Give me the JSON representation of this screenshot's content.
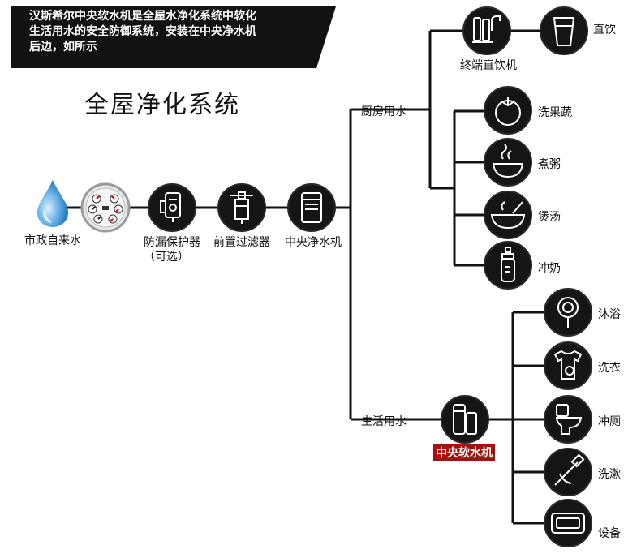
{
  "banner": {
    "line1": "汉斯希尔中央软水机是全屋水净化系统中软化",
    "line2": "生活用水的安全防御系统，安装在中央净水机",
    "line3": "后边，如所示"
  },
  "title": "全屋净化系统",
  "chain": {
    "water": "市政自来水",
    "leak_protector": "防漏保护器",
    "leak_protector_note": "（可选）",
    "prefilter": "前置过滤器",
    "central_purifier": "中央净水机"
  },
  "kitchen": {
    "label": "厨房用水",
    "terminal": "终端直饮机",
    "items": [
      "直饮",
      "洗果蔬",
      "煮粥",
      "煲汤",
      "冲奶"
    ]
  },
  "domestic": {
    "label": "生活用水",
    "softener": "中央软水机",
    "items": [
      "沐浴",
      "洗衣",
      "冲厕",
      "洗漱",
      "设备"
    ]
  },
  "colors": {
    "banner_bg": "#121212",
    "node_bg": "#151515",
    "line": "#111111",
    "highlight": "#a0140f",
    "water_drop": "#3b8fd0"
  }
}
